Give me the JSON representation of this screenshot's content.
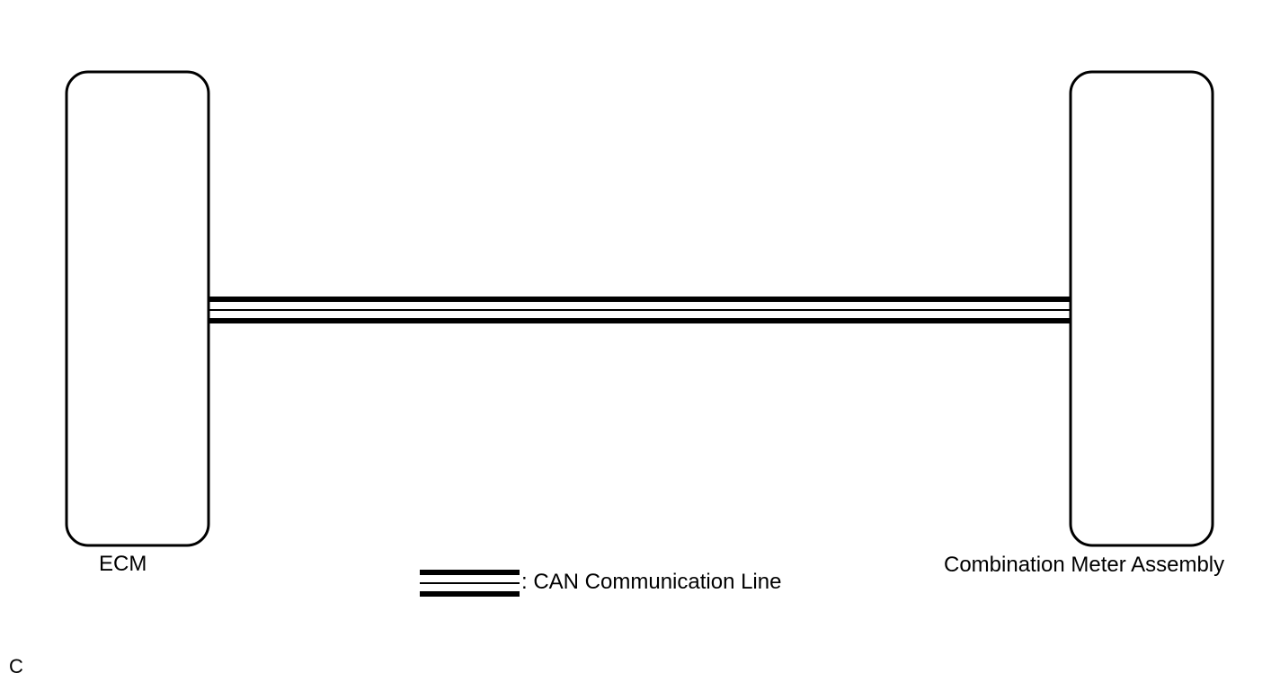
{
  "components": {
    "left": {
      "label": "ECM"
    },
    "right": {
      "label": "Combination Meter Assembly"
    }
  },
  "legend": {
    "text": ": CAN Communication Line",
    "symbol": "can-line-symbol"
  },
  "corner_mark": "C",
  "colors": {
    "line": "#000000",
    "background": "#ffffff"
  }
}
